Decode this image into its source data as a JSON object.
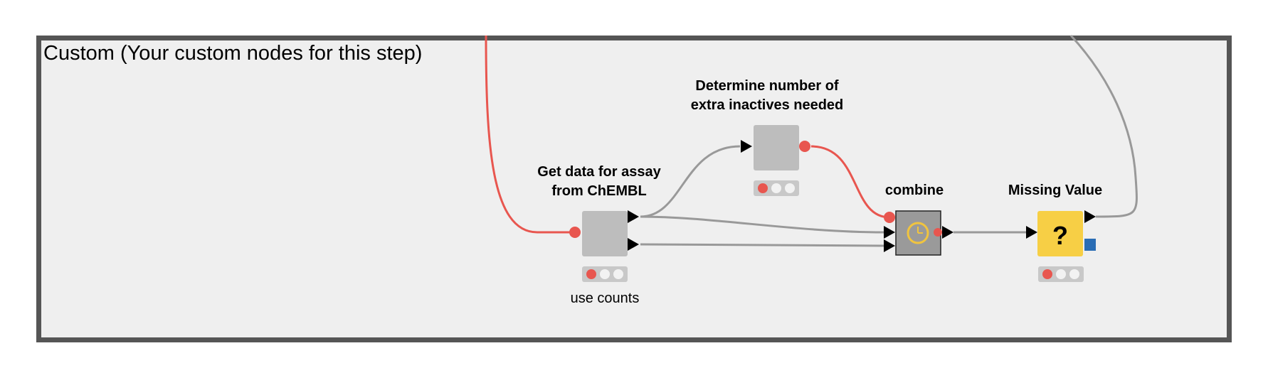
{
  "annotation": {
    "text": "Custom (Your custom nodes for this step)"
  },
  "nodes": {
    "get_data": {
      "label_line1": "Get data for assay",
      "label_line2": "from ChEMBL",
      "comment": "use counts",
      "status": "red"
    },
    "determine": {
      "label_line1": "Determine number of",
      "label_line2": "extra inactives needed",
      "status": "red"
    },
    "combine": {
      "label": "combine",
      "icon": "clock-icon"
    },
    "missing_value": {
      "label": "Missing Value",
      "icon_glyph": "?",
      "status": "red"
    }
  },
  "colors": {
    "flow_variable": "#e8564f",
    "data_connection": "#999999",
    "node_gray": "#bdbdbd",
    "node_yellow": "#f7cf45",
    "combine_fill": "#9a9a9a",
    "status_tray": "#c8c8c8",
    "port_blue": "#2a6db5"
  }
}
